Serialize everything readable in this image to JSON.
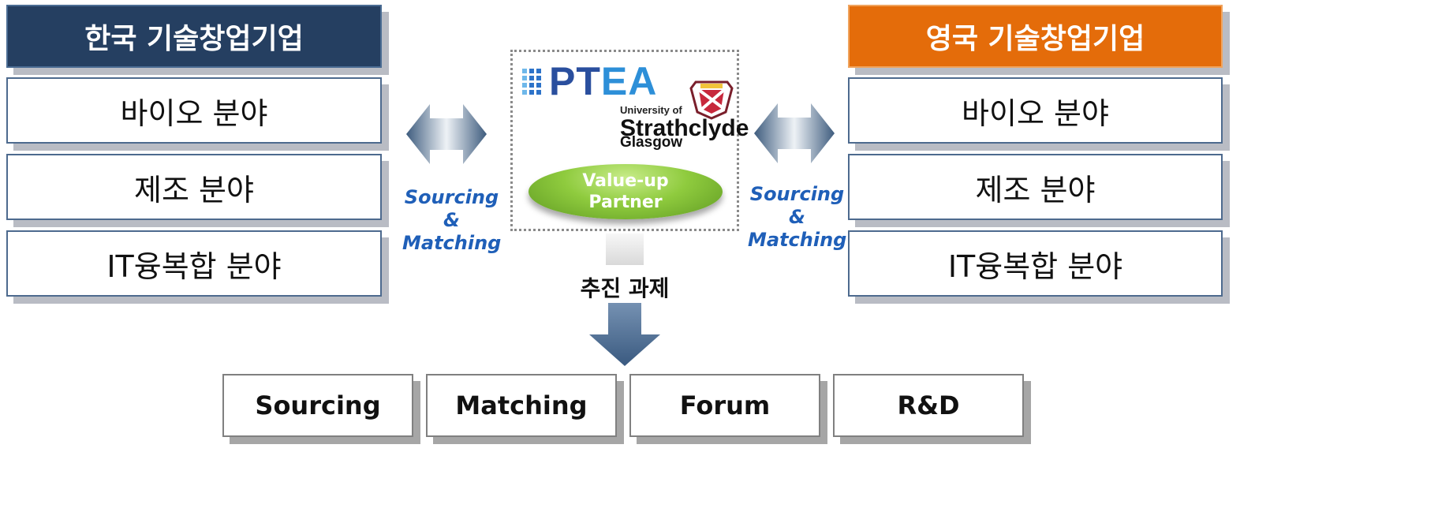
{
  "left": {
    "header": "한국 기술창업기업",
    "items": [
      "바이오 분야",
      "제조 분야",
      "IT융복합 분야"
    ]
  },
  "right": {
    "header": "영국 기술창업기업",
    "items": [
      "바이오 분야",
      "제조 분야",
      "IT융복합 분야"
    ]
  },
  "center": {
    "ptea_logo": "PTEA",
    "university_of": "University of",
    "university_name": "Strathclyde",
    "university_city": "Glasgow",
    "partner_line1": "Value-up",
    "partner_line2": "Partner"
  },
  "sourcing_matching": {
    "line1": "Sourcing",
    "line2": "&",
    "line3": "Matching"
  },
  "tasks": {
    "title": "추진 과제",
    "items": [
      "Sourcing",
      "Matching",
      "Forum",
      "R&D"
    ]
  },
  "colors": {
    "korea_header": "#253f61",
    "uk_header": "#e46c0a",
    "partner_green": "#8fcb3e",
    "label_blue": "#1f5fb8"
  },
  "icons": [
    "double-arrow-icon",
    "down-arrow-icon",
    "ptea-logo-icon",
    "strathclyde-crest-icon"
  ]
}
